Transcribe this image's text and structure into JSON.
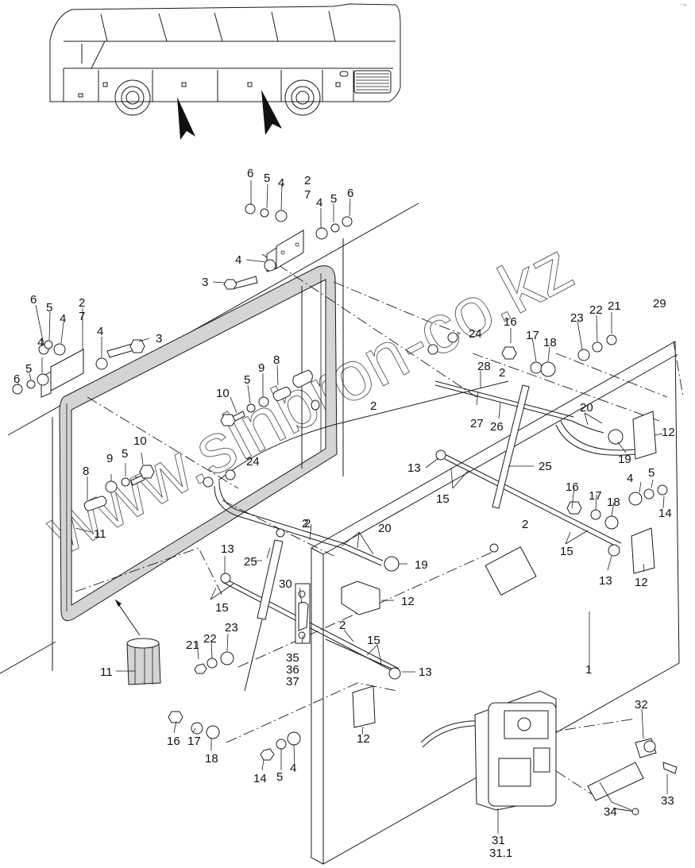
{
  "corner_mark": "° •••",
  "watermark": "www.sinbron-co.kz",
  "colors": {
    "line": "#1a1a1a",
    "seal_fill": "#d4d4d4",
    "background": "#ffffff"
  },
  "callouts": [
    {
      "id": "c1",
      "text": "6"
    },
    {
      "id": "c2",
      "text": "5"
    },
    {
      "id": "c3",
      "text": "4"
    },
    {
      "id": "c4",
      "text": "2"
    },
    {
      "id": "c5",
      "text": "7"
    },
    {
      "id": "c6",
      "text": "4"
    },
    {
      "id": "c7",
      "text": "5"
    },
    {
      "id": "c8",
      "text": "6"
    },
    {
      "id": "c9",
      "text": "4"
    },
    {
      "id": "c10",
      "text": "3"
    },
    {
      "id": "c11",
      "text": "6"
    },
    {
      "id": "c12",
      "text": "5"
    },
    {
      "id": "c13",
      "text": "4"
    },
    {
      "id": "c14",
      "text": "2"
    },
    {
      "id": "c15",
      "text": "7"
    },
    {
      "id": "c16",
      "text": "4"
    },
    {
      "id": "c17",
      "text": "3"
    },
    {
      "id": "c18",
      "text": "4"
    },
    {
      "id": "c19",
      "text": "5"
    },
    {
      "id": "c20",
      "text": "6"
    },
    {
      "id": "c21",
      "text": "10"
    },
    {
      "id": "c22",
      "text": "5"
    },
    {
      "id": "c23",
      "text": "9"
    },
    {
      "id": "c24",
      "text": "8"
    },
    {
      "id": "c25",
      "text": "8"
    },
    {
      "id": "c26",
      "text": "9"
    },
    {
      "id": "c27",
      "text": "5"
    },
    {
      "id": "c28",
      "text": "10"
    },
    {
      "id": "c29",
      "text": "11"
    },
    {
      "id": "c30",
      "text": "24"
    },
    {
      "id": "c31",
      "text": "2"
    },
    {
      "id": "c32",
      "text": "24"
    },
    {
      "id": "c33",
      "text": "16"
    },
    {
      "id": "c34",
      "text": "17"
    },
    {
      "id": "c35",
      "text": "18"
    },
    {
      "id": "c36",
      "text": "23"
    },
    {
      "id": "c37",
      "text": "22"
    },
    {
      "id": "c38",
      "text": "21"
    },
    {
      "id": "c39",
      "text": "29"
    },
    {
      "id": "c40",
      "text": "28"
    },
    {
      "id": "c41",
      "text": "2"
    },
    {
      "id": "c42",
      "text": "27"
    },
    {
      "id": "c43",
      "text": "26"
    },
    {
      "id": "c44",
      "text": "20"
    },
    {
      "id": "c45",
      "text": "12"
    },
    {
      "id": "c46",
      "text": "19"
    },
    {
      "id": "c47",
      "text": "2"
    },
    {
      "id": "c48",
      "text": "25"
    },
    {
      "id": "c49",
      "text": "13"
    },
    {
      "id": "c50",
      "text": "15"
    },
    {
      "id": "c51",
      "text": "16"
    },
    {
      "id": "c52",
      "text": "17"
    },
    {
      "id": "c53",
      "text": "18"
    },
    {
      "id": "c54",
      "text": "4"
    },
    {
      "id": "c55",
      "text": "5"
    },
    {
      "id": "c56",
      "text": "14"
    },
    {
      "id": "c57",
      "text": "2"
    },
    {
      "id": "c58",
      "text": "15"
    },
    {
      "id": "c59",
      "text": "13"
    },
    {
      "id": "c60",
      "text": "12"
    },
    {
      "id": "c61",
      "text": "2"
    },
    {
      "id": "c62",
      "text": "20"
    },
    {
      "id": "c63",
      "text": "19"
    },
    {
      "id": "c64",
      "text": "25"
    },
    {
      "id": "c65",
      "text": "13"
    },
    {
      "id": "c66",
      "text": "15"
    },
    {
      "id": "c67",
      "text": "30"
    },
    {
      "id": "c68",
      "text": "12"
    },
    {
      "id": "c69",
      "text": "21"
    },
    {
      "id": "c70",
      "text": "22"
    },
    {
      "id": "c71",
      "text": "23"
    },
    {
      "id": "c72",
      "text": "35"
    },
    {
      "id": "c73",
      "text": "36"
    },
    {
      "id": "c74",
      "text": "37"
    },
    {
      "id": "c75",
      "text": "2"
    },
    {
      "id": "c76",
      "text": "15"
    },
    {
      "id": "c77",
      "text": "13"
    },
    {
      "id": "c78",
      "text": "1"
    },
    {
      "id": "c79",
      "text": "11"
    },
    {
      "id": "c80",
      "text": "16"
    },
    {
      "id": "c81",
      "text": "17"
    },
    {
      "id": "c82",
      "text": "18"
    },
    {
      "id": "c83",
      "text": "14"
    },
    {
      "id": "c84",
      "text": "5"
    },
    {
      "id": "c85",
      "text": "4"
    },
    {
      "id": "c86",
      "text": "12"
    },
    {
      "id": "c87",
      "text": "32"
    },
    {
      "id": "c88",
      "text": "33"
    },
    {
      "id": "c89",
      "text": "34"
    },
    {
      "id": "c90",
      "text": "31"
    },
    {
      "id": "c91",
      "text": "31.1"
    }
  ]
}
